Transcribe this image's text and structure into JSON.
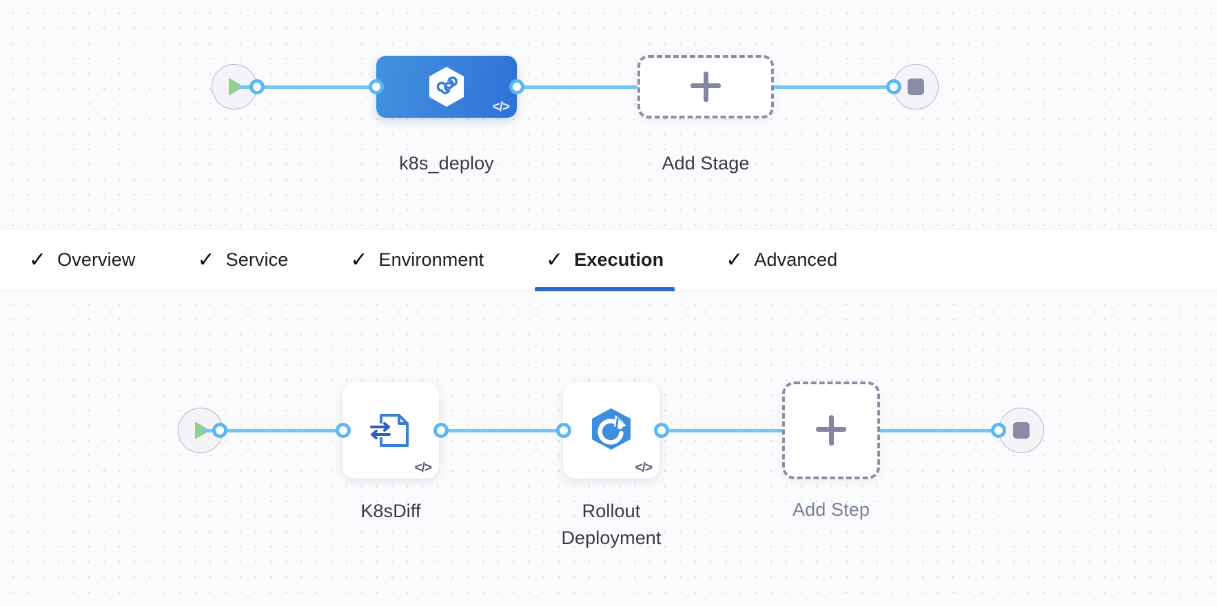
{
  "theme": {
    "canvas_bg": "#fafbfc",
    "dot_color": "#d3d8e0",
    "wire_color": "#76c5f2",
    "connector_ring": "#5ab7ef",
    "stage_blue_from": "#4292dd",
    "stage_blue_to": "#3070d8",
    "accent_underline": "#2c6bc9",
    "dashed_border": "#8c8ea6",
    "play_green": "#93d08c",
    "stop_gray": "#8b8ca3",
    "caption_color": "#383948",
    "muted_caption_color": "#7b7d95"
  },
  "stage_graph": {
    "start_node": {
      "name": "pipeline-start",
      "icon": "play-icon"
    },
    "end_node": {
      "name": "pipeline-end",
      "icon": "stop-icon"
    },
    "stages": [
      {
        "label": "k8s_deploy",
        "icon": "harness-cd-hexagon-icon",
        "badge": "</>",
        "type": "deployment-stage",
        "selected": true
      }
    ],
    "add_stage": {
      "label": "Add Stage",
      "icon": "plus-icon"
    }
  },
  "tabs": {
    "items": [
      {
        "label": "Overview",
        "check": "✓",
        "active": false
      },
      {
        "label": "Service",
        "check": "✓",
        "active": false
      },
      {
        "label": "Environment",
        "check": "✓",
        "active": false
      },
      {
        "label": "Execution",
        "check": "✓",
        "active": true
      },
      {
        "label": "Advanced",
        "check": "✓",
        "active": false
      }
    ]
  },
  "execution_graph": {
    "start_node": {
      "name": "execution-start",
      "icon": "play-icon"
    },
    "end_node": {
      "name": "execution-end",
      "icon": "stop-icon"
    },
    "steps": [
      {
        "label": "K8sDiff",
        "icon": "k8s-diff-document-icon",
        "badge": "</>"
      },
      {
        "label": "Rollout\nDeployment",
        "label_line1": "Rollout",
        "label_line2": "Deployment",
        "icon": "rollout-deployment-hexagon-icon",
        "badge": "</>"
      }
    ],
    "add_step": {
      "label": "Add Step",
      "icon": "plus-icon"
    }
  }
}
